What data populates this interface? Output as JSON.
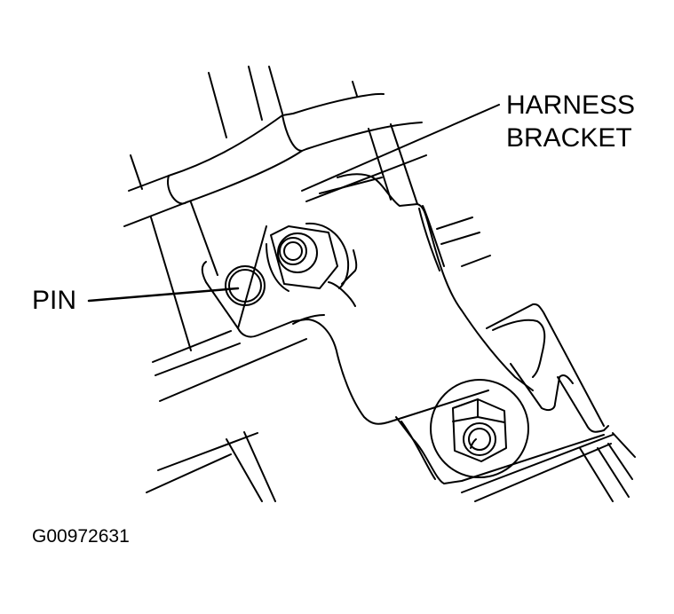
{
  "diagram": {
    "labels": {
      "harness_bracket_line1": "HARNESS",
      "harness_bracket_line2": "BRACKET",
      "pin": "PIN",
      "figure_id": "G00972631"
    },
    "callouts": [
      {
        "target": "harness-bracket",
        "text": "HARNESS BRACKET"
      },
      {
        "target": "pin",
        "text": "PIN"
      }
    ],
    "colors": {
      "line": "#000000",
      "background": "#ffffff"
    }
  }
}
